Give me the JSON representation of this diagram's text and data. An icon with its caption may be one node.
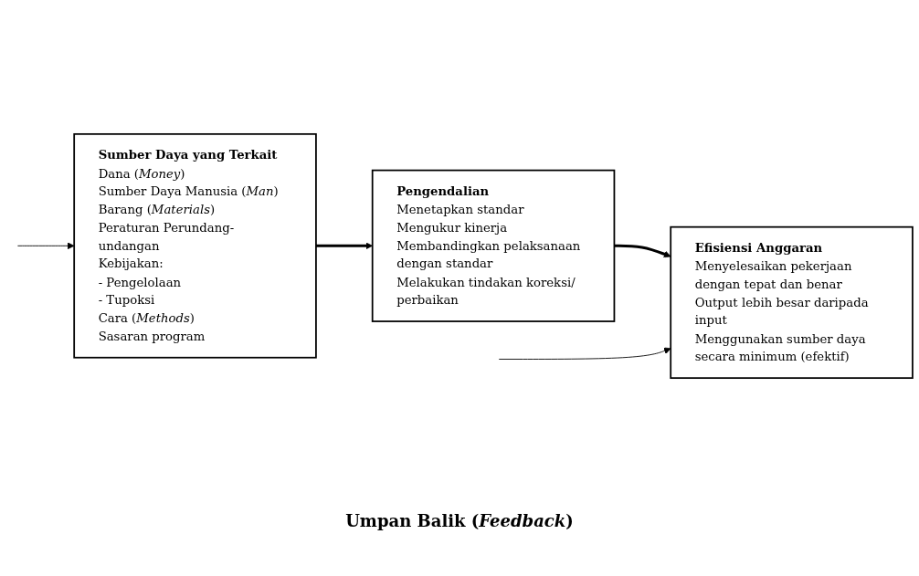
{
  "diagram": {
    "nodes": [
      {
        "text": [
          "Sumber Daya yang Terkait",
          "Dana (*Money*)",
          "Sumber Daya Manusia (*Man*)",
          "Barang (*Materials*)",
          "Peraturan Perundang-undangan",
          "Kebijakan:",
          "- Pengelolaan",
          "- Tupoksi",
          "Cara (*Methods*)",
          "Sasaran program"
        ]
      },
      {
        "text": [
          "Pengendalian",
          "Menetapkan standar",
          "Mengukur kinerja",
          "Membandingkan pelaksanaan dengan standar",
          "Melakukan tindakan koreksi/ perbaikan"
        ]
      },
      {
        "text": [
          "Efisiensi Anggaran",
          "Menyelesaikan pekerjaan dengan tepat dan benar",
          "Output lebih besar daripada input",
          "Menggunakan sumber daya secara minimum (efektif)"
        ]
      }
    ],
    "edges": [
      {
        "from": 0,
        "to": 1,
        "arrow": "to",
        "style": "thick"
      },
      {
        "from": 1,
        "to": 2,
        "arrow": "to",
        "style": "thick"
      },
      {
        "from": null,
        "to": 0,
        "arrow": "to"
      },
      {
        "from": null,
        "to": 2,
        "arrow": "to"
      }
    ],
    "labels": [
      "Umpan Balik (*Feedback*)"
    ]
  }
}
